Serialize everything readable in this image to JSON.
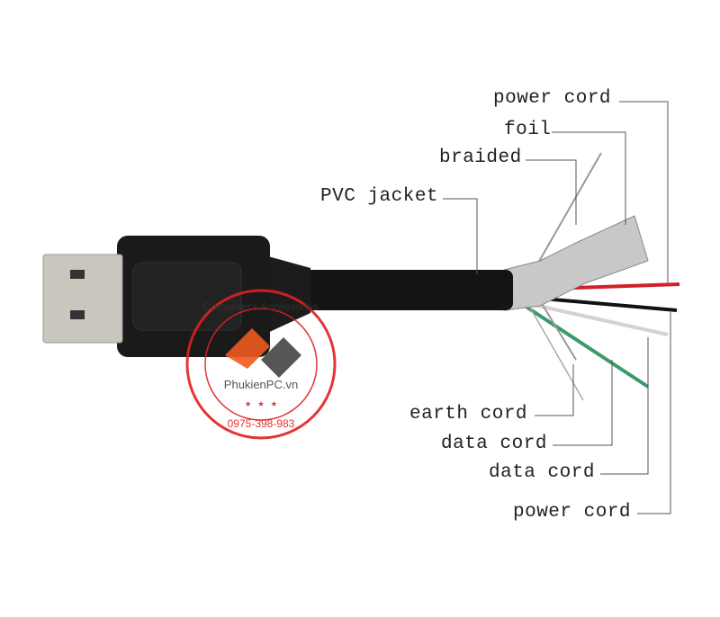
{
  "labels": {
    "power_cord_top": "power cord",
    "foil": "foil",
    "braided": "braided",
    "pvc_jacket": "PVC jacket",
    "earth_cord": "earth cord",
    "data_cord_1": "data cord",
    "data_cord_2": "data cord",
    "power_cord_bottom": "power cord"
  },
  "watermark": {
    "top_text": "Computer's Accessories",
    "brand": "PhukienPC.vn",
    "phone": "0975-398-983"
  },
  "colors": {
    "wire_red": "#d0202a",
    "wire_green": "#3a9a6a",
    "wire_white": "#d8d0cc",
    "wire_black": "#111111",
    "stamp": "#e02020"
  }
}
